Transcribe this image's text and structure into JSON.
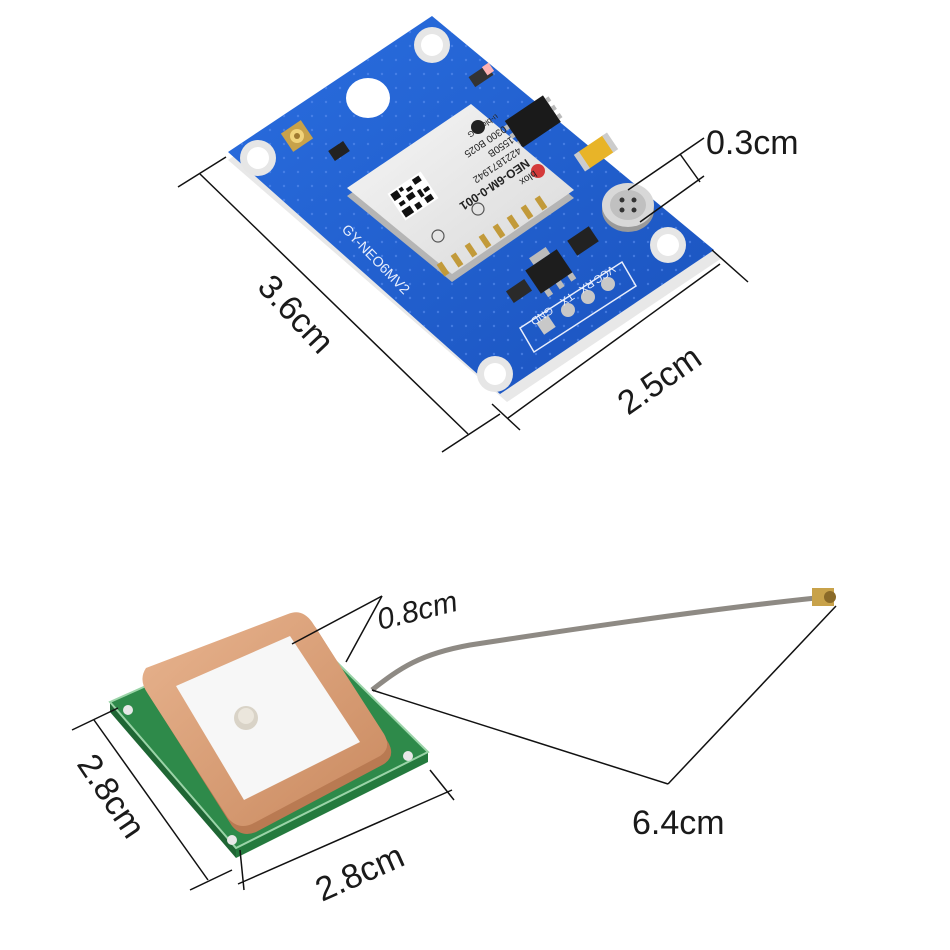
{
  "gps_module": {
    "chip_brand": "u-blox AG",
    "chip_model": "NEO-6M-0-001",
    "chip_logo": "blox",
    "chip_code_1": "4221871942",
    "chip_code_2": "1550B",
    "chip_code_3": "0300 B025",
    "board_name": "GY-NEO6MV2",
    "pin_labels": [
      "VCC",
      "RX",
      "TX",
      "GND"
    ]
  },
  "dimensions": {
    "board_length": "3.6cm",
    "board_width": "2.5cm",
    "battery_height": "0.3cm",
    "antenna_thickness": "0.8cm",
    "antenna_length": "2.8cm",
    "antenna_width": "2.8cm",
    "cable_length": "6.4cm"
  },
  "colors": {
    "pcb_blue": "#1f5fd0",
    "antenna_copper": "#d9a07a",
    "antenna_pcb_green": "#2e8a4a"
  }
}
